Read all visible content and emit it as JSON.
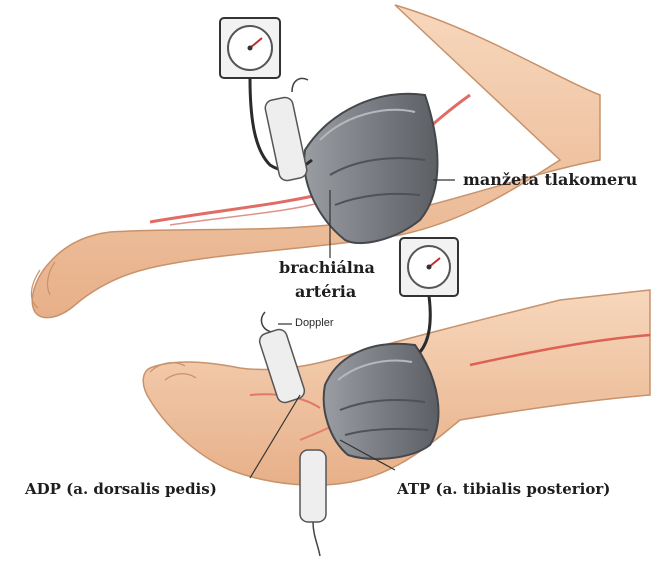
{
  "labels": {
    "cuff": "manžeta tlakomeru",
    "brachial_line1": "brachiálna",
    "brachial_line2": "artéria",
    "doppler": "Doppler",
    "adp": "ADP (a. dorsalis pedis)",
    "atp": "ATP (a. tibialis posterior)"
  },
  "colors": {
    "skin": "#f3c9a5",
    "skin_shadow": "#e2a880",
    "artery": "#d9463f",
    "cuff": "#8a8d92",
    "cuff_dark": "#55585d",
    "probe": "#e9e9e9"
  },
  "icons": [
    "sphygmomanometer-gauge",
    "doppler-probe",
    "blood-pressure-cuff"
  ]
}
